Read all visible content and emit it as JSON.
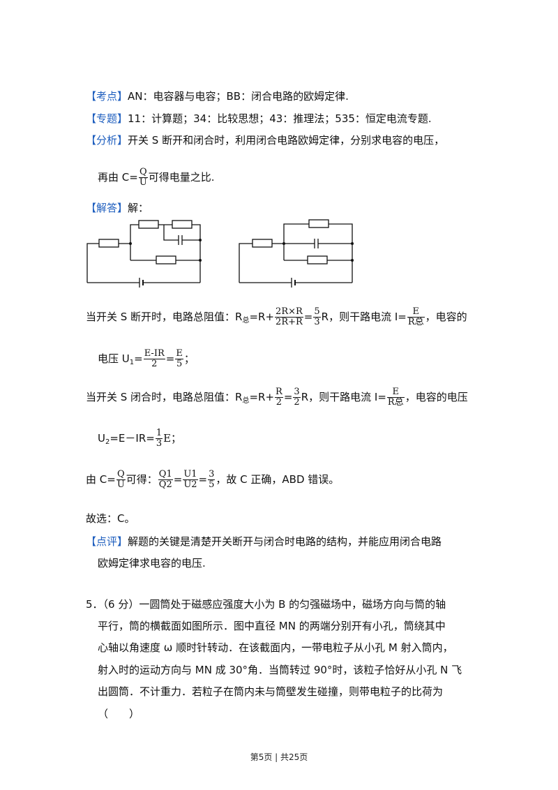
{
  "kaodian": {
    "tag": "【考点】",
    "text": "AN：电容器与电容；BB：闭合电路的欧姆定律."
  },
  "zhuanti": {
    "tag": "【专题】",
    "text": "11：计算题；34：比较思想；43：推理法；535：恒定电流专题."
  },
  "fenxi": {
    "tag": "【分析】",
    "text": "开关 S 断开和闭合时，利用闭合电路欧姆定律，分别求电容的电压，",
    "line2_pre": "再由 C=",
    "frac_num": "Q",
    "frac_den": "U",
    "line2_post": "可得电量之比."
  },
  "jieda": {
    "tag": "【解答】",
    "text": "解："
  },
  "open": {
    "pre": "当开关 S 断开时，电路总阻值：R",
    "sub": "总",
    "eq": "=R+",
    "f1_num": "2R×R",
    "f1_den": "2R+R",
    "eq2": "=",
    "f2_num": "5",
    "f2_den": "3",
    "mid": "R，则干路电流 I=",
    "f3_num": "E",
    "f3_den": "R总",
    "post": "，电容的",
    "l2_pre": "电压 U",
    "l2_sub": "1",
    "l2_eq": "=",
    "f4_num": "E-IR",
    "f4_den": "2",
    "l2_eq2": "=",
    "f5_num": "E",
    "f5_den": "5",
    "l2_post": "；"
  },
  "closed": {
    "pre": "当开关 S 闭合时，电路总阻值：R",
    "sub": "总",
    "eq": "=R+",
    "f1_num": "R",
    "f1_den": "2",
    "eq2": "=",
    "f2_num": "3",
    "f2_den": "2",
    "mid": "R，则干路电流 I=",
    "f3_num": "E",
    "f3_den": "R总",
    "post": "，电容的电压",
    "l2_pre": "U",
    "l2_sub": "2",
    "l2_eq": "=E－IR=",
    "f4_num": "1",
    "f4_den": "3",
    "l2_post": "E；"
  },
  "ratio": {
    "pre": "由 C=",
    "f1_num": "Q",
    "f1_den": "U",
    "mid": "可得：",
    "f2_num": "Q1",
    "f2_den": "Q2",
    "eq1": "=",
    "f3_num": "U1",
    "f3_den": "U2",
    "eq2": "=",
    "f4_num": "3",
    "f4_den": "5",
    "post": "，故 C 正确，ABD 错误。"
  },
  "answer": "故选：C。",
  "dianping": {
    "tag": "【点评】",
    "text": "解题的关键是清楚开关断开与闭合时电路的结构，并能应用闭合电路",
    "line2": "欧姆定律求电容的电压."
  },
  "question5": {
    "line1": "5．（6 分）一圆筒处于磁感应强度大小为 B 的匀强磁场中，磁场方向与筒的轴",
    "line2": "平行，筒的横截面如图所示．图中直径 MN 的两端分别开有小孔，筒绕其中",
    "line3": "心轴以角速度 ω 顺时针转动．在该截面内，一带电粒子从小孔 M 射入筒内，",
    "line4": "射入时的运动方向与 MN 成 30°角．当筒转过 90°时，该粒子恰好从小孔 N 飞",
    "line5": "出圆筒．不计重力．若粒子在筒内未与筒壁发生碰撞，则带电粒子的比荷为",
    "line6": "（　　）"
  },
  "footer": "第5页 | 共25页"
}
